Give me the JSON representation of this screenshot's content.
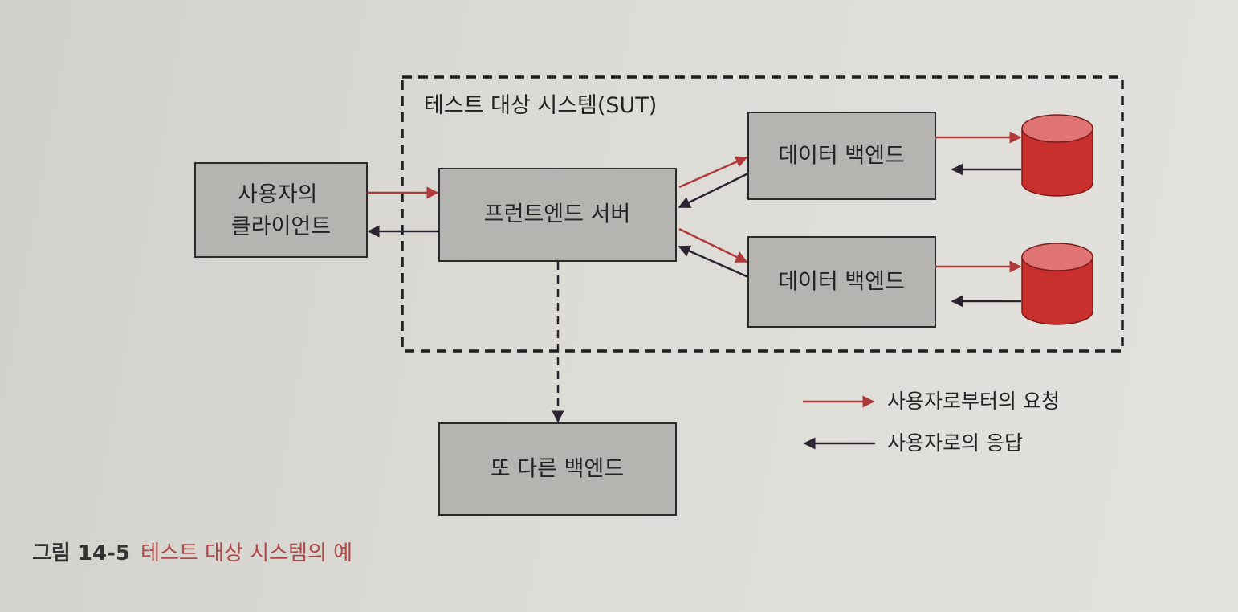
{
  "diagram": {
    "sut_label": "테스트 대상 시스템(SUT)",
    "client": {
      "line1": "사용자의",
      "line2": "클라이언트"
    },
    "frontend": "프런트엔드 서버",
    "data_backends": [
      "데이터 백엔드",
      "데이터 백엔드"
    ],
    "other_backend": "또 다른 백엔드",
    "databases": [
      "database",
      "database"
    ]
  },
  "legend": {
    "request": "사용자로부터의 요청",
    "response": "사용자로의 응답"
  },
  "caption": {
    "number": "그림 14-5",
    "title": "테스트 대상 시스템의 예"
  },
  "colors": {
    "request": "#b03a3a",
    "response": "#2a2530",
    "box": "#b5b4b1",
    "db": "#c8302e",
    "db_top": "#e07474",
    "caption_title": "#b04a4a"
  }
}
